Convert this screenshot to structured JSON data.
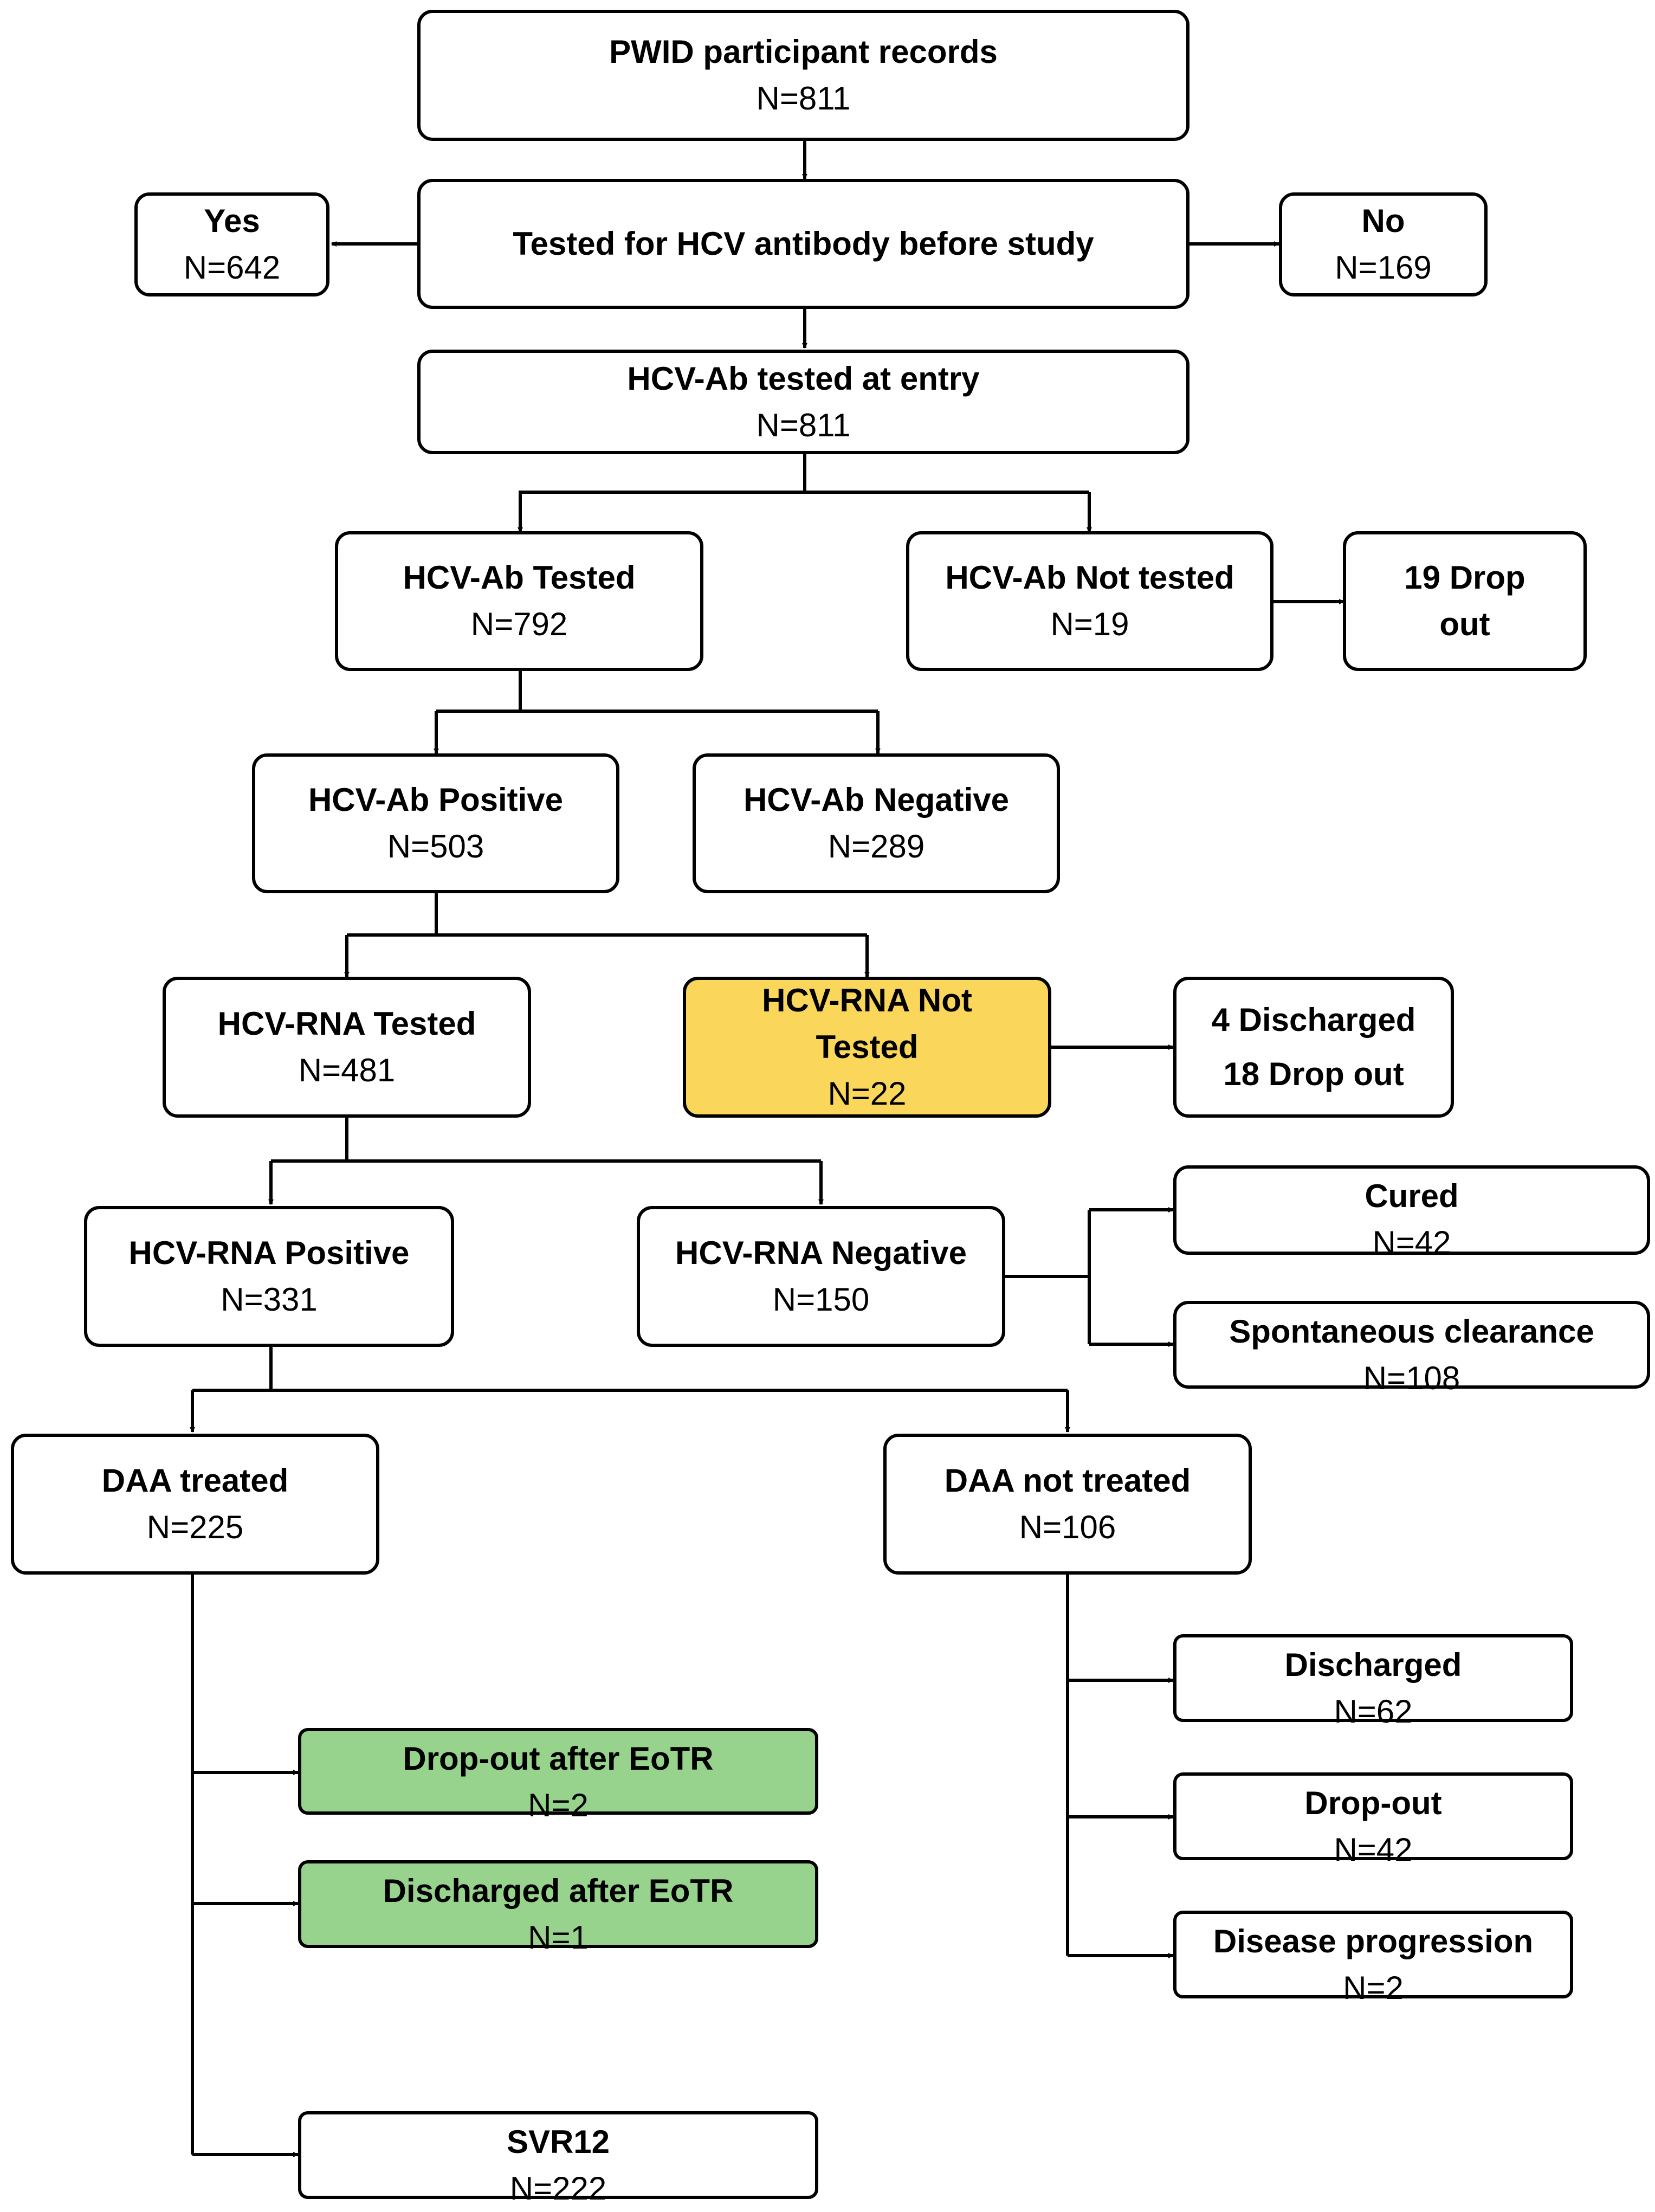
{
  "nodes": {
    "records": {
      "title": "PWID participant records",
      "n": "N=811"
    },
    "tested_before": {
      "title": "Tested for HCV antibody before study"
    },
    "yes": {
      "title": "Yes",
      "n": "N=642"
    },
    "no": {
      "title": "No",
      "n": "N=169"
    },
    "ab_entry": {
      "title": "HCV-Ab tested at entry",
      "n": "N=811"
    },
    "ab_tested": {
      "title": "HCV-Ab Tested",
      "n": "N=792"
    },
    "ab_not_tested": {
      "title": "HCV-Ab Not tested",
      "n": "N=19"
    },
    "dropout_19": {
      "line1": "19 Drop",
      "line2": "out"
    },
    "ab_positive": {
      "title": "HCV-Ab Positive",
      "n": "N=503"
    },
    "ab_negative": {
      "title": "HCV-Ab Negative",
      "n": "N=289"
    },
    "rna_tested": {
      "title": "HCV-RNA Tested",
      "n": "N=481"
    },
    "rna_not_tested": {
      "line1": "HCV-RNA Not",
      "line2": "Tested",
      "n": "N=22"
    },
    "discharged_dropout": {
      "line1": "4 Discharged",
      "line2": "18 Drop out"
    },
    "rna_positive": {
      "title": "HCV-RNA Positive",
      "n": "N=331"
    },
    "rna_negative": {
      "title": "HCV-RNA Negative",
      "n": "N=150"
    },
    "cured": {
      "title": "Cured",
      "n": "N=42"
    },
    "spontaneous": {
      "title": "Spontaneous clearance",
      "n": "N=108"
    },
    "daa_treated": {
      "title": "DAA treated",
      "n": "N=225"
    },
    "daa_not_treated": {
      "title": "DAA not treated",
      "n": "N=106"
    },
    "dropout_eotr": {
      "title": "Drop-out after EoTR",
      "n": "N=2"
    },
    "discharged_eotr": {
      "title": "Discharged after EoTR",
      "n": "N=1"
    },
    "svr12": {
      "title": "SVR12",
      "n": "N=222"
    },
    "discharged": {
      "title": "Discharged",
      "n": "N=62"
    },
    "dropout": {
      "title": "Drop-out",
      "n": "N=42"
    },
    "progression": {
      "title": "Disease progression",
      "n": "N=2"
    }
  },
  "colors": {
    "highlight_yellow": "#fad65a",
    "highlight_green": "#97d38c",
    "line": "#000000"
  }
}
